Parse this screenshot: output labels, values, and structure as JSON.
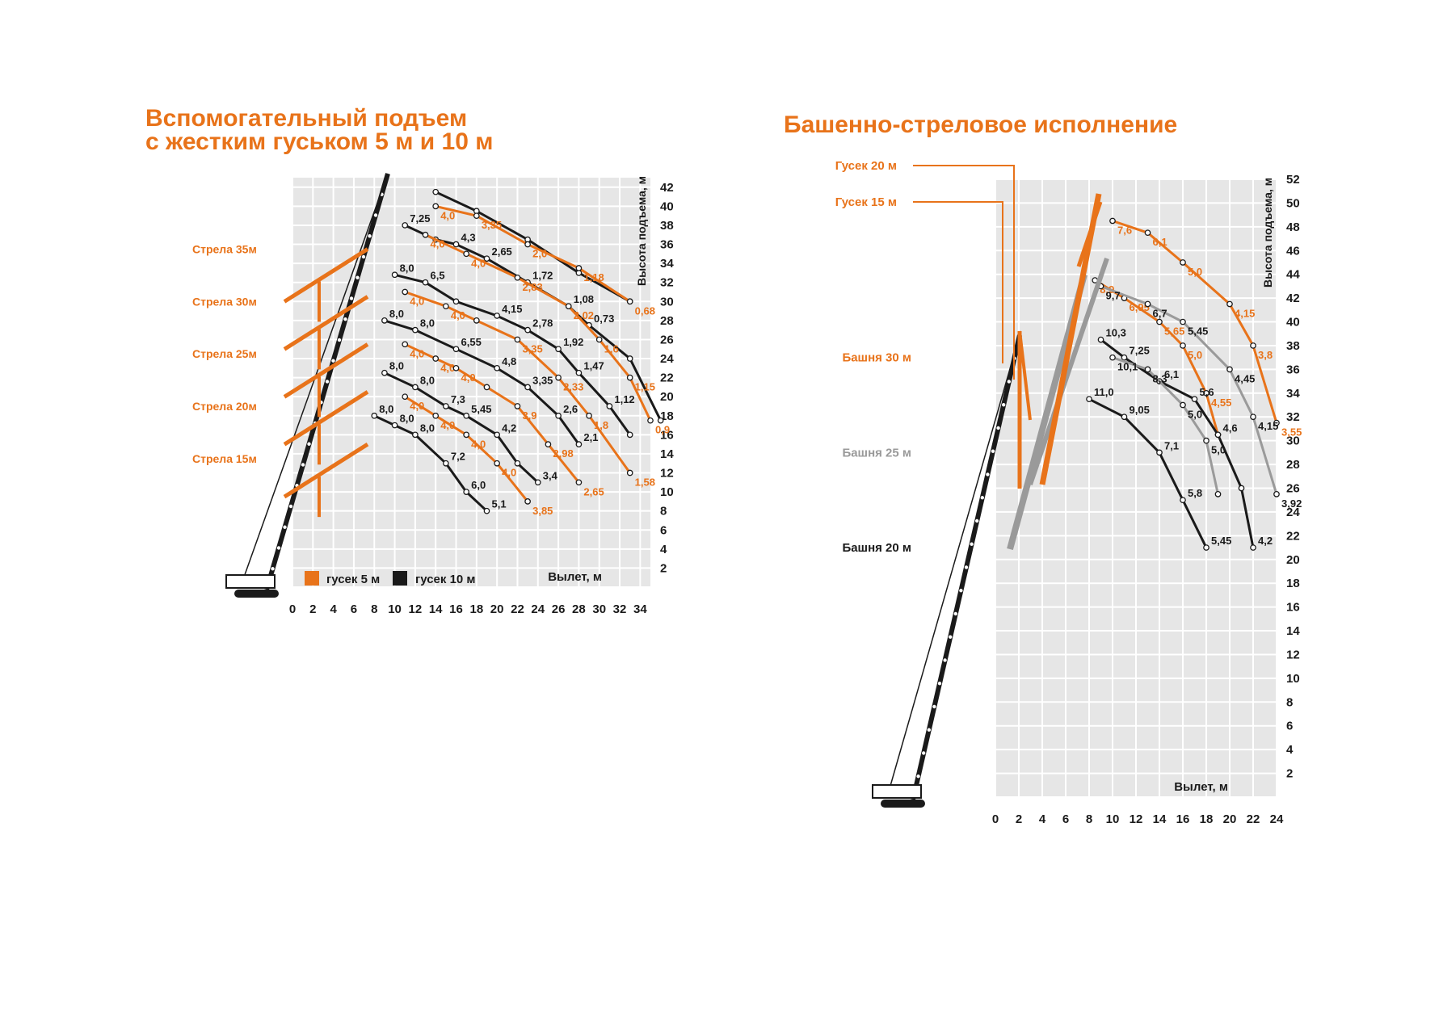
{
  "charts": [
    {
      "title_lines": [
        "Вспомогательный подъем",
        "с жестким гуськом 5 м и 10 м"
      ],
      "x_ticks": [
        0,
        2,
        4,
        6,
        8,
        10,
        12,
        14,
        16,
        18,
        20,
        22,
        24,
        26,
        28,
        30,
        32,
        34
      ],
      "y_ticks": [
        2,
        4,
        6,
        8,
        10,
        12,
        14,
        16,
        18,
        20,
        22,
        24,
        26,
        28,
        30,
        32,
        34,
        36,
        38,
        40,
        42
      ],
      "xlabel": "Вылет, м",
      "ylabel": "Высота подъема, м",
      "boom_labels": [
        {
          "text": "Стрела 35м",
          "y": 35.5
        },
        {
          "text": "Стрела 30м",
          "y": 30.0
        },
        {
          "text": "Стрела 25м",
          "y": 24.5
        },
        {
          "text": "Стрела 20м",
          "y": 19.0
        },
        {
          "text": "Стрела 15м",
          "y": 13.5
        }
      ],
      "legend": [
        {
          "text": "гусек 5 м",
          "color": "#e8731a"
        },
        {
          "text": "гусек 10 м",
          "color": "#1a1a1a"
        }
      ]
    },
    {
      "title_lines": [
        "Башенно-стреловое исполнение"
      ],
      "x_ticks": [
        0,
        2,
        4,
        6,
        8,
        10,
        12,
        14,
        16,
        18,
        20,
        22,
        24
      ],
      "y_ticks": [
        2,
        4,
        6,
        8,
        10,
        12,
        14,
        16,
        18,
        20,
        22,
        24,
        26,
        28,
        30,
        32,
        34,
        36,
        38,
        40,
        42,
        44,
        46,
        48,
        50,
        52
      ],
      "xlabel": "Вылет, м",
      "ylabel": "Высота подъема, м",
      "jib_labels": [
        {
          "text": "Гусек 20 м",
          "color": "#e8731a"
        },
        {
          "text": "Гусек 15 м",
          "color": "#e8731a"
        }
      ],
      "tower_labels": [
        {
          "text": "Башня 30 м",
          "color": "#e8731a",
          "y": 37.0
        },
        {
          "text": "Башня 25 м",
          "color": "#9a9a9a",
          "y": 29.0
        },
        {
          "text": "Башня 20 м",
          "color": "#1a1a1a",
          "y": 21.0
        }
      ]
    }
  ],
  "colors": {
    "orange": "#e8731a",
    "black": "#1a1a1a",
    "gray": "#9a9a9a",
    "grid_bg": "#e6e6e6"
  },
  "chart_data": [
    {
      "type": "line",
      "xlim": [
        0,
        35
      ],
      "ylim": [
        0,
        43
      ],
      "series": [
        {
          "color": "#1a1a1a",
          "points": [
            [
              14,
              41.5
            ],
            [
              18,
              39.5
            ],
            [
              23,
              36.5
            ],
            [
              28,
              33
            ],
            [
              33,
              30
            ]
          ],
          "labels": []
        },
        {
          "color": "#e8731a",
          "points": [
            [
              14,
              40
            ],
            [
              18,
              39
            ],
            [
              23,
              36
            ],
            [
              28,
              33.5
            ],
            [
              33,
              30
            ]
          ],
          "labels": [
            "4,0",
            "3,35",
            "2,0",
            "1,18",
            "0,68"
          ]
        },
        {
          "color": "#1a1a1a",
          "points": [
            [
              11,
              38
            ],
            [
              14,
              36.5
            ],
            [
              16,
              36
            ],
            [
              19,
              34.5
            ],
            [
              23,
              32
            ],
            [
              27,
              29.5
            ],
            [
              29,
              27.5
            ],
            [
              33,
              24
            ],
            [
              36,
              17.5
            ]
          ],
          "labels": [
            "7,25",
            "",
            "4,3",
            "2,65",
            "1,72",
            "1,08",
            "0,73",
            "",
            ""
          ]
        },
        {
          "color": "#e8731a",
          "points": [
            [
              13,
              37
            ],
            [
              17,
              35
            ],
            [
              22,
              32.5
            ],
            [
              27,
              29.5
            ],
            [
              30,
              26
            ],
            [
              33,
              22
            ],
            [
              35,
              17.5
            ]
          ],
          "labels": [
            "4,0",
            "4,0",
            "2,83",
            "2,02",
            "1,6",
            "1,15",
            "0,9"
          ]
        },
        {
          "color": "#1a1a1a",
          "points": [
            [
              10,
              32.8
            ],
            [
              13,
              32
            ],
            [
              16,
              30
            ],
            [
              20,
              28.5
            ],
            [
              23,
              27
            ],
            [
              26,
              25
            ],
            [
              28,
              22.5
            ],
            [
              31,
              19
            ],
            [
              33,
              16
            ]
          ],
          "labels": [
            "8,0",
            "6,5",
            "",
            "4,15",
            "2,78",
            "1,92",
            "1,47",
            "1,12",
            ""
          ]
        },
        {
          "color": "#e8731a",
          "points": [
            [
              11,
              31
            ],
            [
              15,
              29.5
            ],
            [
              18,
              28
            ],
            [
              22,
              26
            ],
            [
              26,
              22
            ],
            [
              29,
              18
            ],
            [
              33,
              12
            ]
          ],
          "labels": [
            "4,0",
            "4,0",
            "",
            "3,35",
            "2,33",
            "1,8",
            "1,58"
          ]
        },
        {
          "color": "#1a1a1a",
          "points": [
            [
              9,
              28
            ],
            [
              12,
              27
            ],
            [
              16,
              25
            ],
            [
              20,
              23
            ],
            [
              23,
              21
            ],
            [
              26,
              18
            ],
            [
              28,
              15
            ]
          ],
          "labels": [
            "8,0",
            "8,0",
            "6,55",
            "4,8",
            "3,35",
            "2,6",
            "2,1"
          ]
        },
        {
          "color": "#e8731a",
          "points": [
            [
              11,
              25.5
            ],
            [
              14,
              24
            ],
            [
              16,
              23
            ],
            [
              19,
              21
            ],
            [
              22,
              19
            ],
            [
              25,
              15
            ],
            [
              28,
              11
            ]
          ],
          "labels": [
            "4,0",
            "4,0",
            "4,0",
            "",
            "3,9",
            "2,98",
            "2,65"
          ]
        },
        {
          "color": "#1a1a1a",
          "points": [
            [
              9,
              22.5
            ],
            [
              12,
              21
            ],
            [
              15,
              19
            ],
            [
              17,
              18
            ],
            [
              20,
              16
            ],
            [
              22,
              13
            ],
            [
              24,
              11
            ]
          ],
          "labels": [
            "8,0",
            "8,0",
            "7,3",
            "5,45",
            "4,2",
            "",
            "3,4"
          ]
        },
        {
          "color": "#e8731a",
          "points": [
            [
              11,
              20
            ],
            [
              14,
              18
            ],
            [
              17,
              16
            ],
            [
              20,
              13
            ],
            [
              23,
              9
            ]
          ],
          "labels": [
            "4,0",
            "4,0",
            "4,0",
            "4,0",
            "3,85"
          ]
        },
        {
          "color": "#1a1a1a",
          "points": [
            [
              8,
              18
            ],
            [
              10,
              17
            ],
            [
              12,
              16
            ],
            [
              15,
              13
            ],
            [
              17,
              10
            ],
            [
              19,
              8
            ]
          ],
          "labels": [
            "8,0",
            "8,0",
            "8,0",
            "7,2",
            "6,0",
            "5,1"
          ]
        }
      ]
    },
    {
      "type": "line",
      "xlim": [
        0,
        24
      ],
      "ylim": [
        0,
        52
      ],
      "series": [
        {
          "color": "#e8731a",
          "points": [
            [
              10,
              48.5
            ],
            [
              13,
              47.5
            ],
            [
              16,
              45
            ],
            [
              20,
              41.5
            ],
            [
              22,
              38
            ],
            [
              24,
              31.5
            ]
          ],
          "labels": [
            "7,6",
            "6,1",
            "5,0",
            "4,15",
            "3,8",
            "3,55"
          ]
        },
        {
          "color": "#e8731a",
          "points": [
            [
              8.5,
              43.5
            ],
            [
              11,
              42
            ],
            [
              14,
              40
            ],
            [
              16,
              38
            ],
            [
              18,
              34
            ],
            [
              19,
              30.5
            ]
          ],
          "labels": [
            "8,9",
            "6,95",
            "5,65",
            "5,0",
            "4,55",
            ""
          ]
        },
        {
          "color": "#9a9a9a",
          "points": [
            [
              9,
              43
            ],
            [
              13,
              41.5
            ],
            [
              16,
              40
            ],
            [
              20,
              36
            ],
            [
              22,
              32
            ],
            [
              24,
              25.5
            ]
          ],
          "labels": [
            "9,7",
            "6,7",
            "5,45",
            "4,45",
            "4,15",
            "3,92"
          ]
        },
        {
          "color": "#1a1a1a",
          "points": [
            [
              9,
              38.5
            ],
            [
              11,
              37
            ],
            [
              14,
              35
            ],
            [
              17,
              33.5
            ],
            [
              19,
              30.5
            ],
            [
              21,
              26
            ],
            [
              22,
              21
            ]
          ],
          "labels": [
            "10,3",
            "7,25",
            "6,1",
            "5,6",
            "4,6",
            "",
            "4,2"
          ]
        },
        {
          "color": "#9a9a9a",
          "points": [
            [
              10,
              37
            ],
            [
              13,
              36
            ],
            [
              16,
              33
            ],
            [
              18,
              30
            ],
            [
              19,
              25.5
            ]
          ],
          "labels": [
            "10,1",
            "8,3",
            "5,0",
            "5,0",
            ""
          ]
        },
        {
          "color": "#1a1a1a",
          "points": [
            [
              8,
              33.5
            ],
            [
              11,
              32
            ],
            [
              14,
              29
            ],
            [
              16,
              25
            ],
            [
              18,
              21
            ]
          ],
          "labels": [
            "11,0",
            "9,05",
            "7,1",
            "5,8",
            "5,45"
          ]
        }
      ]
    }
  ]
}
